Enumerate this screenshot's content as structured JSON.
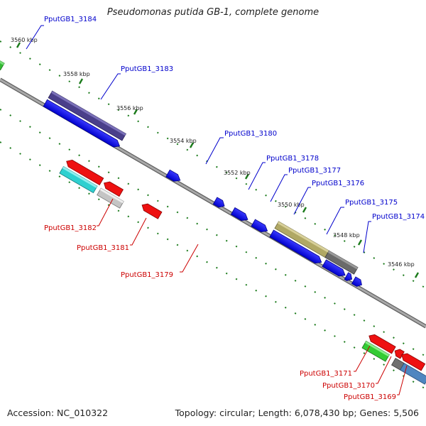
{
  "title": "Pseudomonas putida GB-1, complete genome",
  "footer": {
    "accession": "Accession: NC_010322",
    "summary": "Topology: circular; Length: 6,078,430 bp; Genes: 5,506"
  },
  "colors": {
    "forward_label": "#0000cc",
    "reverse_label": "#cc0000",
    "backbone": "#808080",
    "tick": "#1a7a1a"
  },
  "ticks": [
    {
      "label": "3560 kbp"
    },
    {
      "label": "3558 kbp"
    },
    {
      "label": "3556 kbp"
    },
    {
      "label": "3554 kbp"
    },
    {
      "label": "3552 kbp"
    },
    {
      "label": "3550 kbp"
    },
    {
      "label": "3548 kbp"
    },
    {
      "label": "3546 kbp"
    }
  ],
  "genes": [
    {
      "name": "PputGB1_3184",
      "strand": "forward"
    },
    {
      "name": "PputGB1_3183",
      "strand": "forward"
    },
    {
      "name": "PputGB1_3180",
      "strand": "forward"
    },
    {
      "name": "PputGB1_3178",
      "strand": "forward"
    },
    {
      "name": "PputGB1_3177",
      "strand": "forward"
    },
    {
      "name": "PputGB1_3176",
      "strand": "forward"
    },
    {
      "name": "PputGB1_3175",
      "strand": "forward"
    },
    {
      "name": "PputGB1_3174",
      "strand": "forward"
    },
    {
      "name": "PputGB1_3182",
      "strand": "reverse"
    },
    {
      "name": "PputGB1_3181",
      "strand": "reverse"
    },
    {
      "name": "PputGB1_3179",
      "strand": "reverse"
    },
    {
      "name": "PputGB1_3171",
      "strand": "reverse"
    },
    {
      "name": "PputGB1_3170",
      "strand": "reverse"
    },
    {
      "name": "PputGB1_3169",
      "strand": "reverse"
    }
  ]
}
